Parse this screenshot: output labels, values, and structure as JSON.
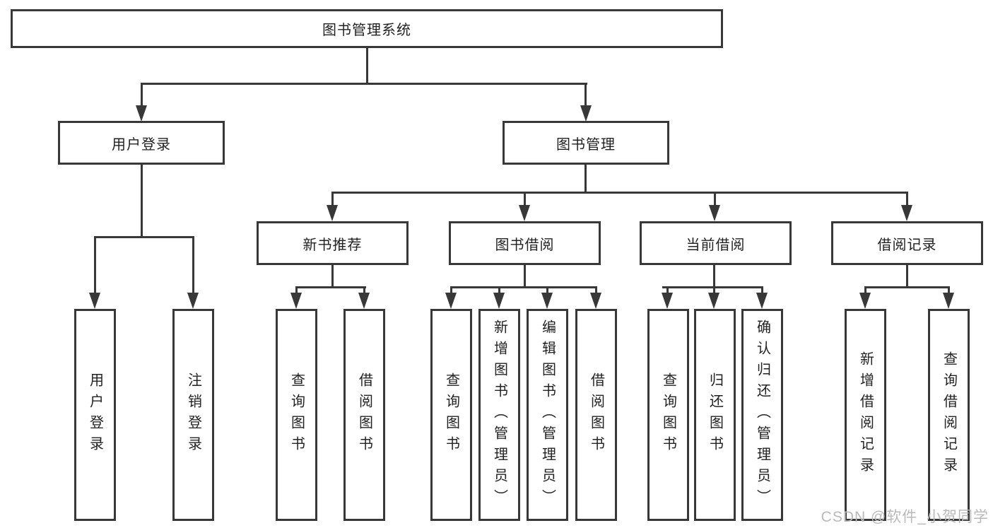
{
  "diagram": {
    "root": {
      "label": "图书管理系统",
      "children": [
        {
          "label": "用户登录",
          "children": [
            {
              "label": "用户登录"
            },
            {
              "label": "注销登录"
            }
          ]
        },
        {
          "label": "图书管理",
          "children": [
            {
              "label": "新书推荐",
              "children": [
                {
                  "label": "查询图书"
                },
                {
                  "label": "借阅图书"
                }
              ]
            },
            {
              "label": "图书借阅",
              "children": [
                {
                  "label": "查询图书"
                },
                {
                  "label": "新增图书（管理员）"
                },
                {
                  "label": "编辑图书（管理员）"
                },
                {
                  "label": "借阅图书"
                }
              ]
            },
            {
              "label": "当前借阅",
              "children": [
                {
                  "label": "查询图书"
                },
                {
                  "label": "归还图书"
                },
                {
                  "label": "确认归还（管理员）"
                }
              ]
            },
            {
              "label": "借阅记录",
              "children": [
                {
                  "label": "新增借阅记录"
                },
                {
                  "label": "查询借阅记录"
                }
              ]
            }
          ]
        }
      ]
    },
    "watermark": "CSDN @软件_小贺同学"
  }
}
